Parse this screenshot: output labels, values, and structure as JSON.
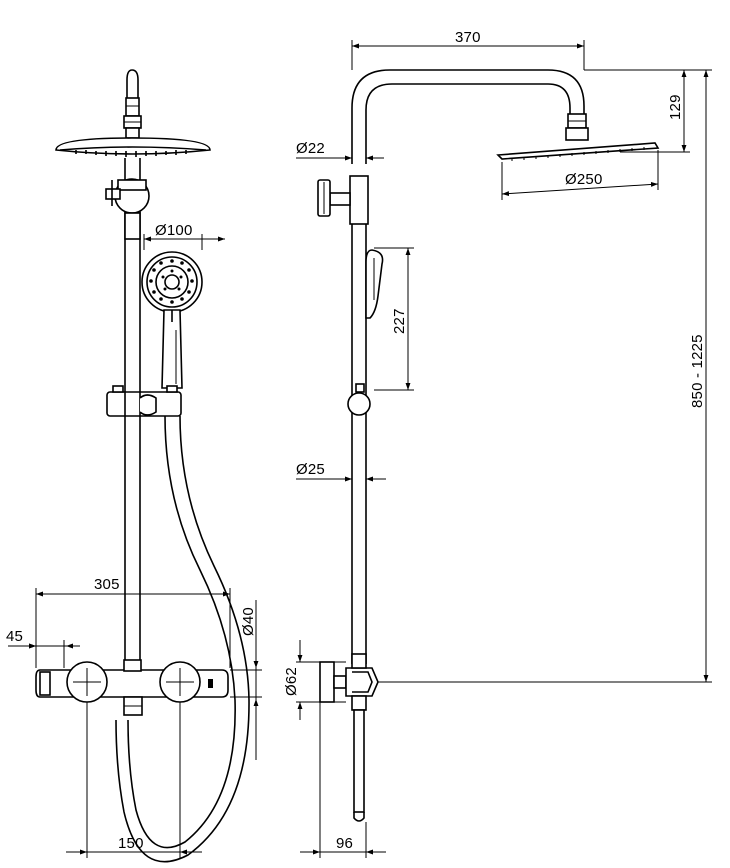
{
  "front_view": {
    "dimensions": {
      "handshower_diameter": "Ø100",
      "bar_width": "305",
      "offset": "45",
      "body_height": "Ø40",
      "inlet_spacing": "150"
    }
  },
  "side_view": {
    "dimensions": {
      "arm_reach": "370",
      "head_drop": "129",
      "pipe_upper": "Ø22",
      "head_diameter": "Ø250",
      "handshower_length": "227",
      "height_range": "850 - 1225",
      "pipe_lower": "Ø25",
      "body_diameter": "Ø62",
      "wall_offset": "96"
    }
  }
}
